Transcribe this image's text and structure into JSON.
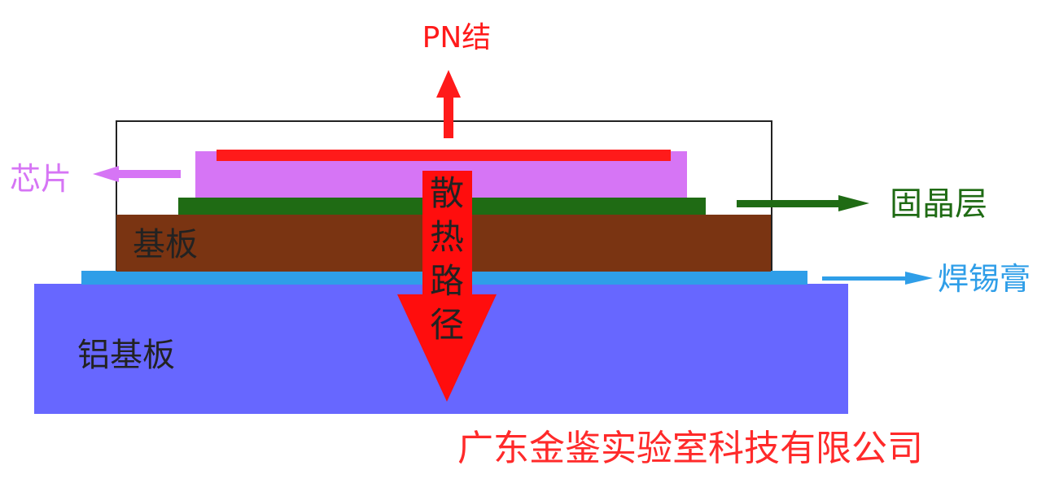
{
  "labels": {
    "pn_junction": "PN结",
    "chip": "芯片",
    "die_attach": "固晶层",
    "substrate": "基板",
    "solder_paste": "焊锡膏",
    "aluminum_substrate": "铝基板",
    "heat_path": [
      "散",
      "热",
      "路",
      "径"
    ],
    "company": "广东金鉴实验室科技有限公司"
  },
  "colors": {
    "pn_junction": "#ff1a1a",
    "chip": "#d675f5",
    "die_attach": "#1f6b14",
    "substrate": "#7a3412",
    "solder_paste": "#2f9ee8",
    "aluminum_substrate": "#6767ff",
    "heat_arrow": "#ff0d0d",
    "heat_text": "#222222",
    "outline": "#222222",
    "company": "#ff2a2a"
  }
}
